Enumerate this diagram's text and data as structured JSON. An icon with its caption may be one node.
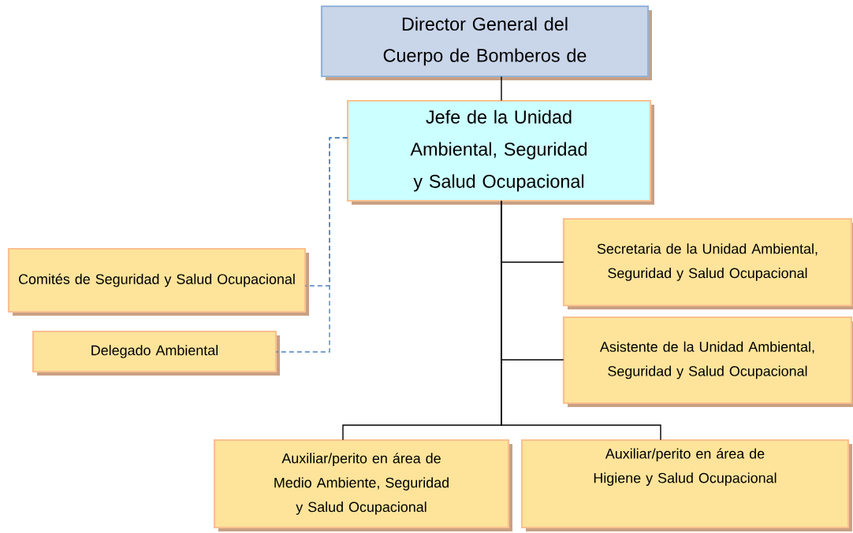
{
  "diagram": {
    "nodes": [
      {
        "text": [
          "Director General del Cuerpo de Bomberos de"
        ]
      },
      {
        "text": [
          "Jefe de la Unidad Ambiental, Seguridad y Salud Ocupacional"
        ]
      },
      {
        "text": [
          "Secretaria de la Unidad Ambiental, Seguridad y Salud Ocupacional"
        ]
      },
      {
        "text": [
          "Asistente de la Unidad Ambiental, Seguridad y Salud Ocupacional"
        ]
      },
      {
        "text": [
          "Comités de Seguridad y Salud Ocupacional"
        ]
      },
      {
        "text": [
          "Delegado Ambiental"
        ]
      },
      {
        "text": [
          "Auxiliar/perito en área de Medio Ambiente, Seguridad y Salud Ocupacional"
        ]
      },
      {
        "text": [
          "Auxiliar/perito en área de Higiene y Salud Ocupacional"
        ]
      }
    ],
    "edges": [
      {
        "from": 0,
        "to": 1,
        "arrow": "none"
      },
      {
        "from": 1,
        "to": 2,
        "arrow": "none"
      },
      {
        "from": 1,
        "to": 3,
        "arrow": "none"
      },
      {
        "from": 1,
        "to": 4,
        "arrow": "none",
        "style": "dashed",
        "color": "#4f81bd"
      },
      {
        "from": 1,
        "to": 5,
        "arrow": "none",
        "style": "dashed",
        "color": "#4f81bd"
      },
      {
        "from": 1,
        "to": 6,
        "arrow": "none"
      },
      {
        "from": 1,
        "to": 7,
        "arrow": "none"
      }
    ]
  }
}
